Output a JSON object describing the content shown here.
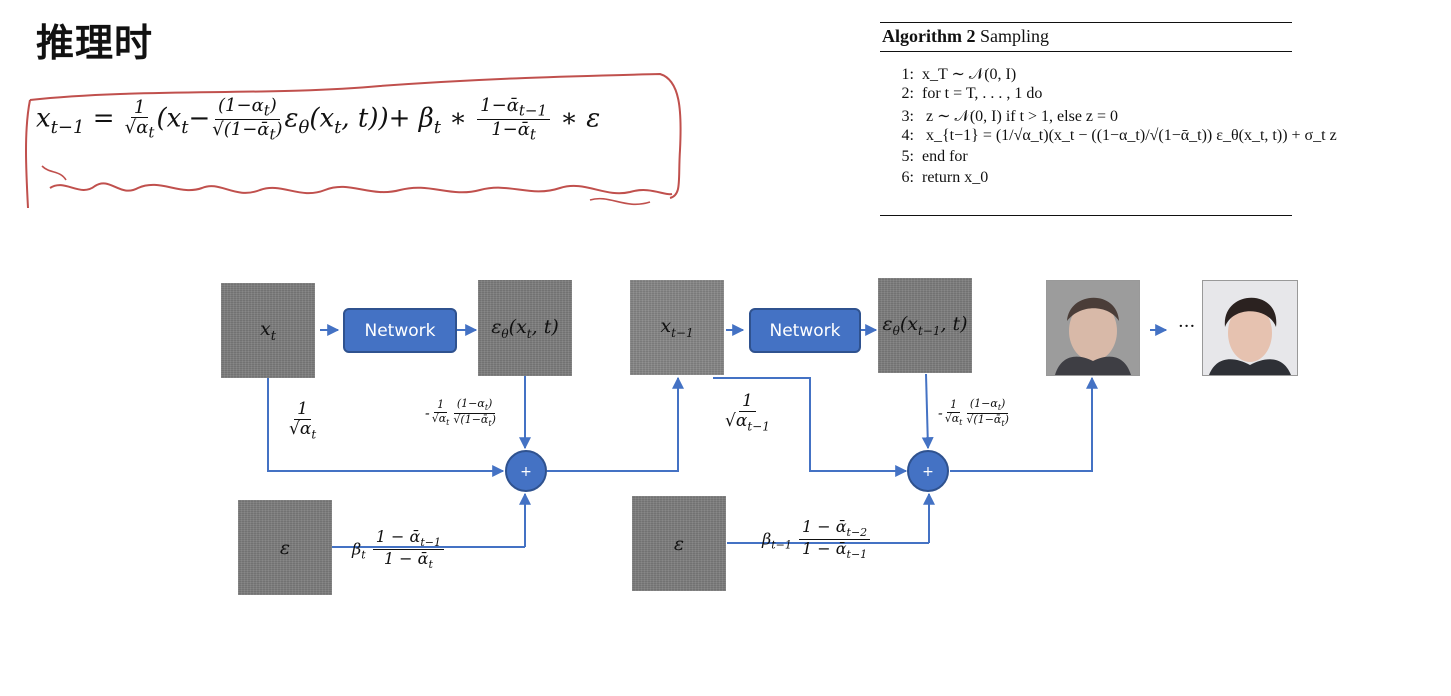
{
  "slide": {
    "title": "推理时"
  },
  "formula": {
    "lhs": "x",
    "lhs_sub": "t−1",
    "eq": "=",
    "one": "1",
    "sqrt_alpha_t": "√α",
    "sub_t": "t",
    "open": "(x",
    "minus": "−",
    "coef_num": "(1−α",
    "coef_num_close": ")",
    "coef_den": "√(1−ᾱ",
    "coef_den_close": ")",
    "eps_theta": "ε",
    "theta": "θ",
    "eps_args": "(x",
    "eps_args_close": ", t))+",
    "beta": "β",
    "times": "∗",
    "var_num": "1−ᾱ",
    "var_num_sub": "t−1",
    "var_den": "1−ᾱ",
    "var_den_sub": "t",
    "tail": "∗ ε"
  },
  "algorithm": {
    "label_bold": "Algorithm 2",
    "label": "Sampling",
    "lines": [
      {
        "num": "1:",
        "text": "x_T ∼ 𝒩(0, I)"
      },
      {
        "num": "2:",
        "text": "for t = T, . . . , 1 do"
      },
      {
        "num": "3:",
        "text": "    z ∼ 𝒩(0, I) if t > 1, else z = 0"
      },
      {
        "num": "4:",
        "text": "    x_{t−1} = (1/√α_t)(x_t − ((1−α_t)/√(1−ᾱ_t)) ε_θ(x_t, t)) + σ_t z"
      },
      {
        "num": "5:",
        "text": "end for"
      },
      {
        "num": "6:",
        "text": "return x_0"
      }
    ]
  },
  "diagram": {
    "xt_label": "x",
    "xt_sub": "t",
    "network_label": "Network",
    "eps_label": "ε",
    "eps_theta_sub": "θ",
    "eps_args_1": "(x",
    "eps_args_1_close": ", t)",
    "eps_args_2_close": ", t)",
    "xt1_label": "x",
    "xt1_sub": "t−1",
    "noise_label": "ε",
    "plus": "+",
    "ellipsis": "···",
    "w_one": "1",
    "w_sqrt_alpha": "√α",
    "w_coef_prefix": "-",
    "w_coef_num": "(1−α",
    "w_coef_den": "√(1−ᾱ",
    "w_beta": "β",
    "w_beta_num": "1 − ᾱ",
    "w_beta_den": "1 − ᾱ",
    "sub_t": "t",
    "sub_t1": "t−1",
    "sub_t2": "t−2"
  },
  "colors": {
    "arrow": "#4472c4",
    "node": "#4472c4",
    "annotation": "#c0504d"
  }
}
